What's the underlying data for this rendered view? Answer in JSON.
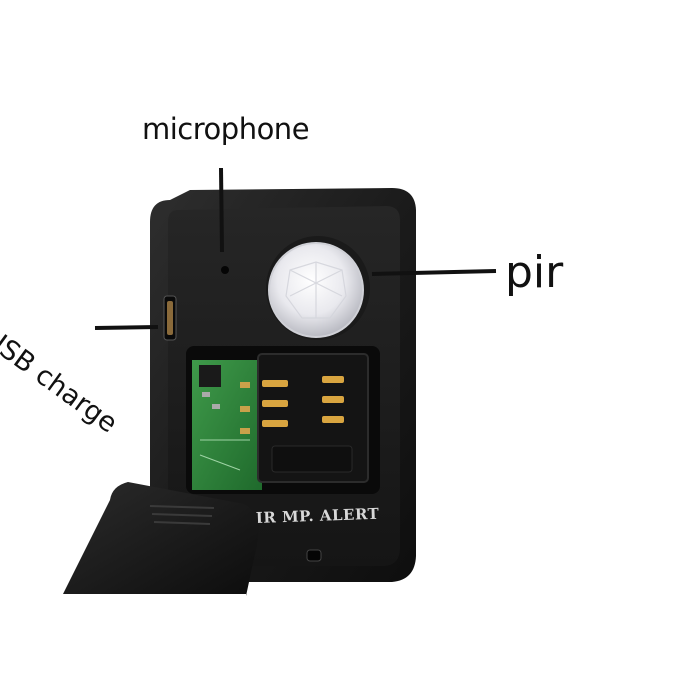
{
  "annotations": {
    "microphone": "microphone",
    "pir": "pir",
    "usb_charge": "USB charge"
  },
  "device": {
    "front_text": "IR MP. ALERT"
  }
}
